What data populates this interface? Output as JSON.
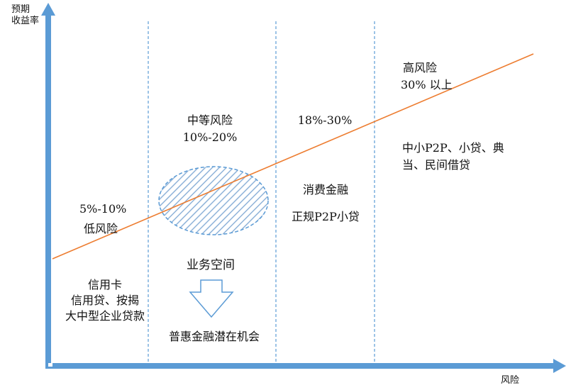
{
  "axes": {
    "y_label_line1": "预期",
    "y_label_line2": "收益率",
    "x_label": "风险"
  },
  "colors": {
    "axis": "#5b9bd5",
    "divider": "#5b9bd5",
    "trend_line": "#ed7d31",
    "ellipse_stroke": "#5b9bd5",
    "hatch": "#8fb3d9"
  },
  "zones": {
    "low": {
      "rate": "5%-10%",
      "risk": "低风险",
      "products": [
        "信用卡",
        "信用贷、按揭",
        "大中型企业贷款"
      ]
    },
    "medium": {
      "risk": "中等风险",
      "rate": "10%-20%",
      "space": "业务空间",
      "opportunity": "普惠金融潜在机会"
    },
    "consumer": {
      "rate": "18%-30%",
      "line1": "消费金融",
      "line2": "正规P2P小贷"
    },
    "high": {
      "risk": "高风险",
      "rate": "30% 以上",
      "products_line1": "中小P2P、小贷、典",
      "products_line2": "当、民间借贷"
    }
  }
}
